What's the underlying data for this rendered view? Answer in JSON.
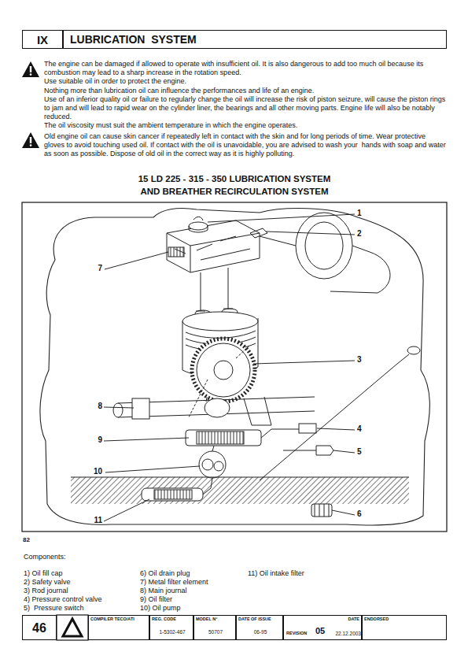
{
  "diagram": {
    "nodes": [
      {
        "text": [
          "IX"
        ]
      },
      {
        "text": [
          "LUBRICATION  SYSTEM"
        ]
      },
      {
        "text": [
          "46"
        ]
      },
      {
        "text": [
          "COMPILER TECO/ATI"
        ]
      },
      {
        "text": [
          "REG. CODE",
          "1-5302-467"
        ]
      },
      {
        "text": [
          "MODEL N°",
          "50707"
        ]
      },
      {
        "text": [
          "DATE OF ISSUE",
          "06-95"
        ]
      },
      {
        "text": [
          "DATE",
          "REVISION",
          "05",
          "22.12.2003"
        ]
      },
      {
        "text": [
          "ENDORSED"
        ]
      }
    ],
    "labels": [
      "The engine can be damaged if allowed to operate with insufficient oil. It is also dangerous to add too much oil because its combustion may lead to a sharp increase in the rotation speed.",
      "Use suitable oil in order to protect the engine.",
      "Nothing more than lubrication oil can influence the performances and life of an engine.",
      "Use of an inferior quality oil or failure to regularly change the oil will increase the risk of piston seizure, will cause the piston rings to jam and will lead to rapid wear on the cylinder liner, the bearings and all other moving parts. Engine life will also be notably reduced.",
      "The oil viscosity must suit the ambient temperature in which the engine operates.",
      "Old engine oil can cause skin cancer if repeatedly left in contact with the skin and for long periods of time. Wear protective gloves to avoid touching used oil. If contact with the oil is unavoidable, you are advised to wash your  hands with soap and water as soon as possible. Dispose of old oil in the correct way as it is highly polluting.",
      "15 LD 225 - 315 - 350 LUBRICATION SYSTEM",
      "AND BREATHER RECIRCULATION SYSTEM",
      "1",
      "2",
      "7",
      "3",
      "8",
      "4",
      "9",
      "5",
      "10",
      "6",
      "11",
      "82",
      "Components:",
      "1) Oil fill cap",
      "6) Oil drain plug",
      "11) Oil intake filter",
      "2) Safety valve",
      "7) Metal filter element",
      "3) Rod journal",
      "8) Main journal",
      "4) Pressure control valve",
      "9) Oil filter",
      "5)  Pressure switch",
      "10) Oil pump"
    ]
  }
}
